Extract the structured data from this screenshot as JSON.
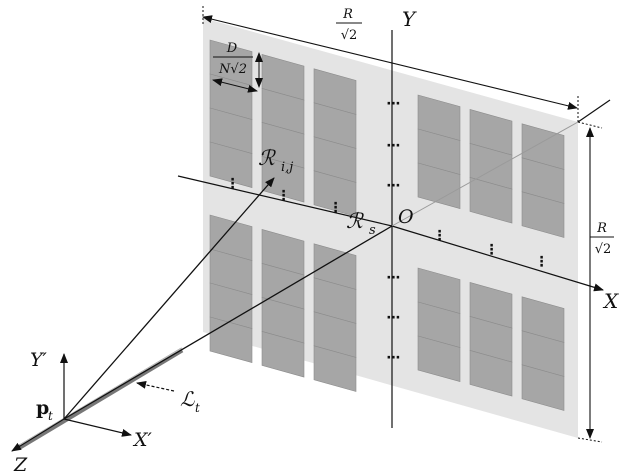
{
  "labels": {
    "axis_y": "Y",
    "axis_x": "X",
    "axis_z": "Z",
    "axis_y_prime": "Y′",
    "axis_x_prime": "X′",
    "origin": "O",
    "top_dim_num": "R",
    "top_dim_den": "√2",
    "right_dim_num": "R",
    "right_dim_den": "√2",
    "element_dim_num": "D",
    "element_dim_den": "N√2",
    "element_ij": "ℛ",
    "element_ij_sub": "i,j",
    "center_element": "ℛ",
    "center_element_sub": "s",
    "transmitter_point": "p",
    "transmitter_sub": "t",
    "transmitter_line": "ℒ",
    "transmitter_line_sub": "t",
    "ellipsis_h": "⋯",
    "ellipsis_v": "⋮"
  },
  "colors": {
    "surface": "#e4e4e4",
    "element": "#a6a6a6",
    "element_edge": "#8c8c8c",
    "line": "#111111",
    "axis_behind": "#9a9a9a",
    "line_segment": "#777777"
  }
}
